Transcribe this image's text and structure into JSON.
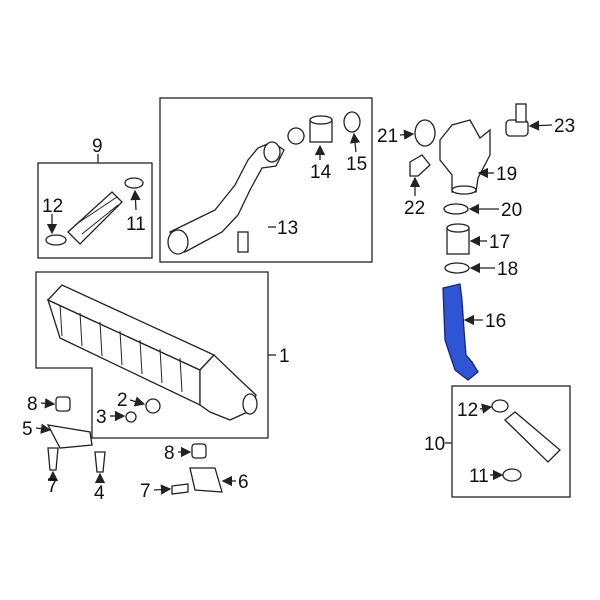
{
  "diagram": {
    "highlight_color": "#2f55d4",
    "highlighted_part": "16",
    "callouts": {
      "c1": "1",
      "c2": "2",
      "c3": "3",
      "c4": "4",
      "c5": "5",
      "c6": "6",
      "c7a": "7",
      "c7b": "7",
      "c8a": "8",
      "c8b": "8",
      "c9": "9",
      "c10": "10",
      "c11a": "11",
      "c11b": "11",
      "c12a": "12",
      "c12b": "12",
      "c13": "13",
      "c14": "14",
      "c15": "15",
      "c16": "16",
      "c17": "17",
      "c18": "18",
      "c19": "19",
      "c20": "20",
      "c21": "21",
      "c22": "22",
      "c23": "23"
    }
  }
}
